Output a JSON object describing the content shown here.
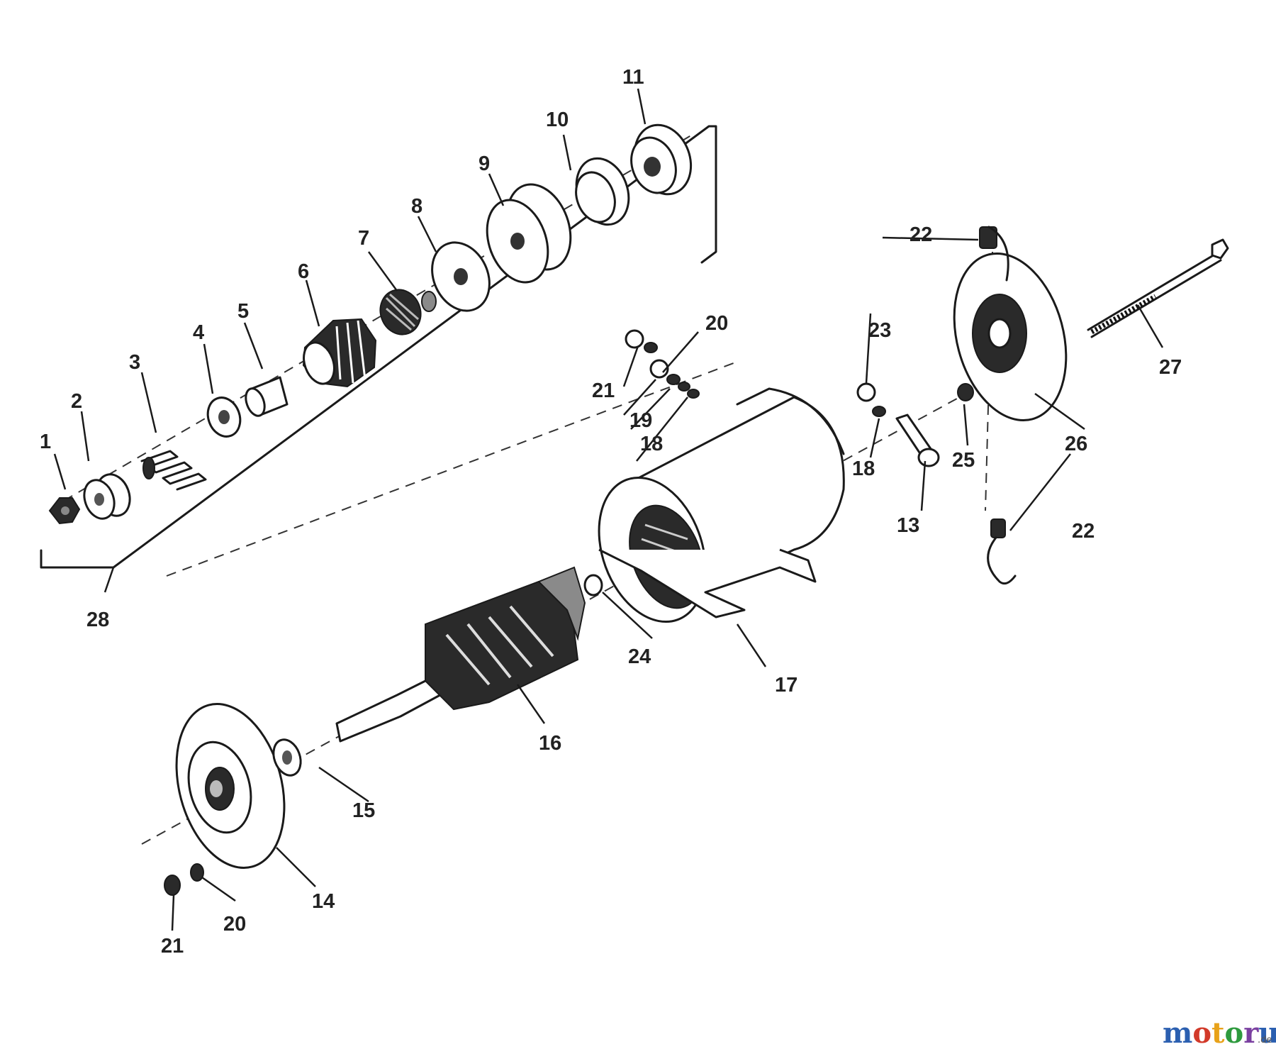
{
  "callouts": {
    "c1": "1",
    "c2": "2",
    "c3": "3",
    "c4": "4",
    "c5": "5",
    "c6": "6",
    "c7": "7",
    "c8": "8",
    "c9": "9",
    "c10": "10",
    "c11": "11",
    "c13": "13",
    "c14": "14",
    "c15": "15",
    "c16": "16",
    "c17": "17",
    "c18a": "18",
    "c18b": "18",
    "c19": "19",
    "c20a": "20",
    "c20b": "20",
    "c21a": "21",
    "c21b": "21",
    "c22a": "22",
    "c22b": "22",
    "c23": "23",
    "c24": "24",
    "c25": "25",
    "c26": "26",
    "c27": "27",
    "c28": "28"
  },
  "watermark": {
    "brand": "motoruf",
    "tld": ".de",
    "colors": [
      "#2b5fb0",
      "#d23a2a",
      "#e8a21a",
      "#2e9a3e",
      "#7a3fa0"
    ]
  }
}
